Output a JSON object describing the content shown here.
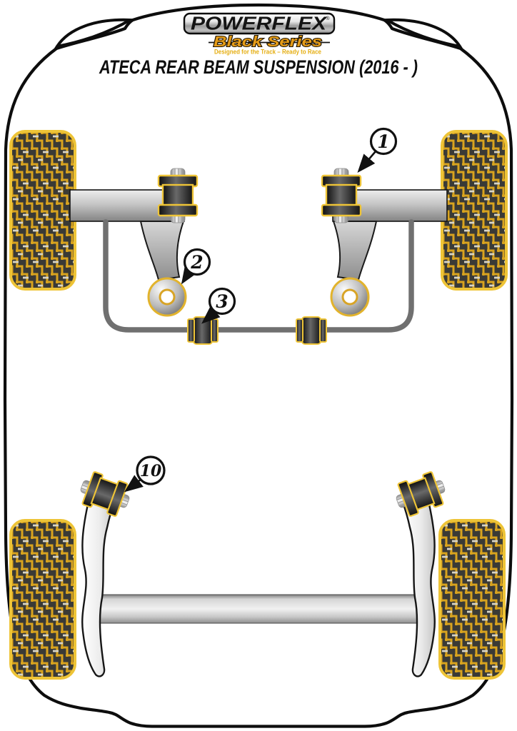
{
  "header": {
    "logo": {
      "brand": "POWERFLEX",
      "registered": "®",
      "series": "Black Series",
      "tagline": "Designed for the Track – Ready to Race"
    },
    "title": "ATECA REAR BEAM SUSPENSION (2016 - )"
  },
  "diagram": {
    "callouts": [
      {
        "number": "1"
      },
      {
        "number": "2"
      },
      {
        "number": "3"
      },
      {
        "number": "10"
      }
    ]
  },
  "colors": {
    "accent_gold": "#eec437",
    "tread_gold": "#d8a31f",
    "tread_silver": "#d8d4c6",
    "tire_black": "#3a3a36",
    "bush_black": "#1a1a1a",
    "arb_gray": "#707070",
    "outline_black": "#111111",
    "series_gold": "#e59c18",
    "tagline_gold": "#e5ae12"
  }
}
